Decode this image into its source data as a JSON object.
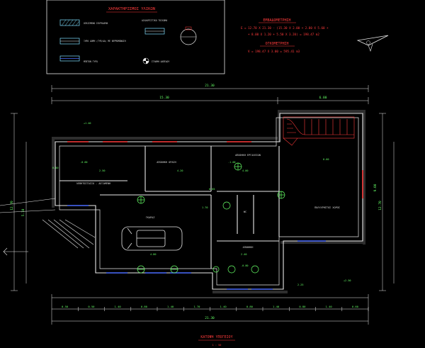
{
  "legend": {
    "title": "ΧΑΡΑΚΤΗΡΙΣΜΟΣ ΥΛΙΚΩΝ",
    "items": [
      "ΟΠΛΙΣΜΕΝΟ ΣΚΥΡΟΔΕΜΑ",
      "ΞΗΡΑ ΔΟΜΗ (ΓΥΨ/ΔΑ) ΜΕ ΘΕΡΜΟΜΟΝΩΣΗ",
      "ΜΠΕΤΟΝ ΓΥΡΩ",
      "ΔΙΑΧΩΡΙΣΤΙΚΟ ΤΟΙΧΩΜΑ",
      "ΣΤΑΘΜΗ ΔΑΠΕΔΟΥ"
    ]
  },
  "calc": {
    "area_title": "ΕΜΒΑΔΟΜΕΤΡΗΣΗ",
    "area_line1": "E = 12.70 X 21.30 - (15.30 X 2.00 + 2.80 X 5.60 +",
    "area_line2": "+ 8.00 X 1.20 + 5.50 X 3.20) = 198.47 m2",
    "vol_title": "ΟΓΚΟΜΕΤΡΗΣΗ",
    "vol_line": "V = 198.47 X 3.00 = 595.41 m3"
  },
  "dims": {
    "overall_width": "21.30",
    "left_run": "15.30",
    "right_run": "6.00",
    "overall_depth": "12.70",
    "right_depth": "9.00",
    "left_depth": "5.10",
    "d_250": "2.50",
    "d_420": "4.20",
    "d_400": "4.00",
    "d_050": "0.50",
    "d_085": "0.85",
    "d_170": "1.70",
    "d_480": "4.80",
    "d_240": "2.40",
    "d_225": "2.25",
    "d_060": "0.60",
    "bottom_chain": [
      "0.50",
      "0.50",
      "1.40",
      "0.80",
      "1.40",
      "1.70",
      "1.40",
      "0.80",
      "1.40",
      "0.80",
      "1.40",
      "0.60"
    ]
  },
  "rooms": {
    "storage": "ΑΠΟΘΗΚΗ ΟΡΑΣΗ",
    "tools": "ΑΠΟΘΗΚΗ ΕΡΓΑΛΕΙΩΝ",
    "boiler": "ΛΕΒΗΤΟΣΤΑΣΙΟ - ΔΕΞΑΜΕΝΗ",
    "garage": "ΓΚΑΡΑΖ",
    "multi": "ΠΟΛΥΧΡΗΣΤΟΣ ΧΩΡΟΣ",
    "store2": "ΑΠΟΘΗΚΗ",
    "wc": "WC"
  },
  "levels": {
    "entry": "+1.40",
    "lv1": "-0.60",
    "lv2": "-1.00",
    "lv3": "+2.50",
    "lv4": "-0.80"
  },
  "plan_title": "ΚΑΤΟΨΗ ΥΠΟΓΕΙΟΥ",
  "scale": "1 : 50"
}
